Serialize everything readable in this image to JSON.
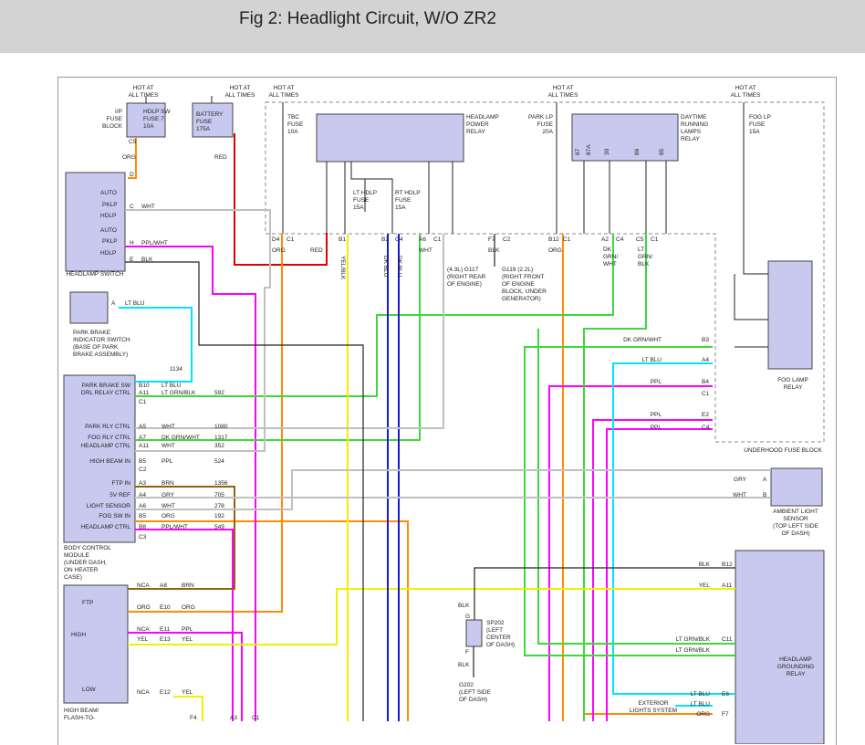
{
  "title": "Fig 2: Headlight Circuit, W/O ZR2",
  "colors": {
    "background": "#ffffff",
    "header": "#d3d3d3",
    "component_fill": "#c9c9f0",
    "wire_red": "#e00000",
    "wire_orange": "#ff8c00",
    "wire_magenta": "#ff00ff",
    "wire_cyan": "#00e5ff",
    "wire_green": "#3cd83c",
    "wire_yellow": "#f0f000",
    "wire_blue": "#1a1acd",
    "wire_brown": "#8b6508",
    "wire_gray": "#c0c0c0",
    "wire_black": "#000000"
  },
  "hot_labels": [
    "HOT AT",
    "ALL TIMES"
  ],
  "fuses": {
    "ip_block": [
      "I/P",
      "FUSE",
      "BLOCK"
    ],
    "hdlp_sw": [
      "HDLP SW",
      "FUSE 7",
      "10A"
    ],
    "battery": [
      "BATTERY",
      "FUSE",
      "175A"
    ],
    "tbc": [
      "TBC",
      "FUSE",
      "10A"
    ],
    "lt_hdlp": [
      "LT HDLP",
      "FUSE",
      "15A"
    ],
    "rt_hdlp": [
      "RT HDLP",
      "FUSE",
      "15A"
    ],
    "park_lp": [
      "PARK LP",
      "FUSE",
      "20A"
    ],
    "fog_lp": [
      "FOG LP",
      "FUSE",
      "15A"
    ]
  },
  "relays": {
    "headlamp_power": [
      "HEADLAMP",
      "POWER",
      "RELAY"
    ],
    "drl": [
      "DAYTIME",
      "RUNNING",
      "LAMPS",
      "RELAY"
    ],
    "drl_pins": [
      "87",
      "87A",
      "30",
      "86",
      "85"
    ],
    "fog_lamp": [
      "FOG LAMP",
      "RELAY"
    ],
    "grounding": [
      "HEADLAMP",
      "GROUNDING",
      "RELAY"
    ]
  },
  "switches": {
    "headlamp_switch": "HEADLAMP SWITCH",
    "headlamp_positions": [
      "AUTO",
      "PKLP",
      "HDLP",
      "AUTO",
      "PKLP",
      "HDLP"
    ],
    "park_brake": [
      "PARK BRAKE",
      "INDICATOR SWITCH",
      "(BASE OF PARK",
      "BRAKE ASSEMBLY)"
    ],
    "high_beam": [
      "HIGH BEAM/",
      "FLASH-TO-"
    ],
    "high_beam_positions": [
      "FTP",
      "HIGH",
      "LOW"
    ]
  },
  "fusebox_labels": {
    "underhood": "UNDERHOOD FUSE BLOCK"
  },
  "grounds": {
    "g117": [
      "(4.3L)   G117",
      "(RIGHT REAR",
      "OF ENGINE)"
    ],
    "g119": [
      "G119   (2.2L)",
      "(RIGHT FRONT",
      "OF ENGINE",
      "BLOCK, UNDER",
      "GENERATOR)"
    ],
    "g202": [
      "G202",
      "(LEFT SIDE",
      "OF DASH)"
    ],
    "sp202": [
      "SP202",
      "(LEFT",
      "CENTER",
      "OF DASH)"
    ]
  },
  "bcm": {
    "name": [
      "BODY CONTROL",
      "MODULE",
      "(UNDER DASH,",
      "ON HEATER",
      "CASE)"
    ],
    "pins": [
      {
        "label": "PARK BRAKE SW",
        "pin": "B10",
        "wire": "LT BLU",
        "ckt": ""
      },
      {
        "label": "DRL RELAY CTRL",
        "pin": "A11",
        "wire": "LT GRN/BLK",
        "ckt": "592"
      },
      {
        "label": "",
        "pin": "C1",
        "wire": "",
        "ckt": ""
      },
      {
        "label": "PARK RLY CTRL",
        "pin": "A5",
        "wire": "WHT",
        "ckt": "1080"
      },
      {
        "label": "FOG RLY CTRL",
        "pin": "A7",
        "wire": "DK GRN/WHT",
        "ckt": "1317"
      },
      {
        "label": "HEADLAMP CTRL",
        "pin": "A11",
        "wire": "WHT",
        "ckt": "352"
      },
      {
        "label": "HIGH BEAM IN",
        "pin": "B5",
        "wire": "PPL",
        "ckt": "524"
      },
      {
        "label": "",
        "pin": "C2",
        "wire": "",
        "ckt": ""
      },
      {
        "label": "FTP IN",
        "pin": "A3",
        "wire": "BRN",
        "ckt": "1356"
      },
      {
        "label": "5V REF",
        "pin": "A4",
        "wire": "GRY",
        "ckt": "705"
      },
      {
        "label": "LIGHT SENSOR",
        "pin": "A6",
        "wire": "WHT",
        "ckt": "278"
      },
      {
        "label": "FOG SW IN",
        "pin": "B5",
        "wire": "ORG",
        "ckt": "192"
      },
      {
        "label": "HEADLAMP CTRL",
        "pin": "B8",
        "wire": "PPL/WHT",
        "ckt": "549"
      },
      {
        "label": "",
        "pin": "C3",
        "wire": "",
        "ckt": ""
      }
    ],
    "ckt_1134": "1134"
  },
  "top_connectors": [
    {
      "conn": "D4",
      "sub": "C1",
      "wire": "ORG"
    },
    {
      "conn": "",
      "sub": "",
      "wire": "RED"
    },
    {
      "conn": "B1",
      "sub": "",
      "wire": "YEL/BLK"
    },
    {
      "conn": "B2",
      "sub": "",
      "wire": "DK BLU"
    },
    {
      "conn": "G4",
      "sub": "",
      "wire": "DK BLU"
    },
    {
      "conn": "A6",
      "sub": "C1",
      "wire": "WHT"
    },
    {
      "conn": "F7",
      "sub": "C2",
      "wire": "BLK"
    },
    {
      "conn": "B12",
      "sub": "C1",
      "wire": "ORG"
    },
    {
      "conn": "A2",
      "sub": "C4",
      "wire": "DK GRN/ WHT"
    },
    {
      "conn": "C5",
      "sub": "C1",
      "wire": "LT GRN/ BLK"
    }
  ],
  "left_switch_pins": {
    "c5": "C5",
    "org": "ORG",
    "d": "D",
    "c": "C",
    "wht": "WHT",
    "h": "H",
    "ppl_wht": "PPL/WHT",
    "e": "E",
    "blk": "BLK",
    "a": "A",
    "lt_blu": "LT BLU"
  },
  "fuse_block_right_pins": [
    {
      "wire": "DK GRN/WHT",
      "pin": "B3"
    },
    {
      "wire": "LT BLU",
      "pin": "A4"
    },
    {
      "wire": "PPL",
      "pin": "B4"
    },
    {
      "wire": "",
      "pin": "C1"
    },
    {
      "wire": "PPL",
      "pin": "E2"
    },
    {
      "wire": "PPL",
      "pin": "C4"
    }
  ],
  "ambient_sensor": {
    "pins": [
      {
        "wire": "GRY",
        "pin": "A"
      },
      {
        "wire": "WHT",
        "pin": "B"
      }
    ],
    "name": [
      "AMBIENT LIGHT",
      "SENSOR",
      "(TOP LEFT SIDE",
      "OF DASH)"
    ]
  },
  "grounding_relay_pins": [
    {
      "wire": "BLK",
      "pin": "B12"
    },
    {
      "wire": "YEL",
      "pin": "A11"
    },
    {
      "wire": "LT GRN/BLK",
      "pin": "C11"
    },
    {
      "wire": "LT GRN/BLK",
      "pin": ""
    },
    {
      "wire": "LT BLU",
      "pin": "E6"
    },
    {
      "wire": "LT BLU",
      "pin": ""
    },
    {
      "wire": "ORG",
      "pin": "F7"
    }
  ],
  "exterior_lights": [
    "EXTERIOR",
    "LIGHTS SYSTEM"
  ],
  "high_beam_pins": [
    {
      "nca": "NCA",
      "pin": "A8",
      "wire": "BRN"
    },
    {
      "nca": "",
      "pin": "E10",
      "wire": "ORG",
      "wire2": "ORG"
    },
    {
      "nca": "NCA",
      "pin": "E11",
      "wire": "PPL"
    },
    {
      "nca": "YEL",
      "pin": "E13",
      "wire": "YEL"
    },
    {
      "nca": "NCA",
      "pin": "E12",
      "wire": "YEL"
    }
  ],
  "bottom_pins": [
    "F4",
    "A3",
    "C1"
  ],
  "sp202_pins": [
    "BLK",
    "G",
    "F",
    "BLK"
  ]
}
